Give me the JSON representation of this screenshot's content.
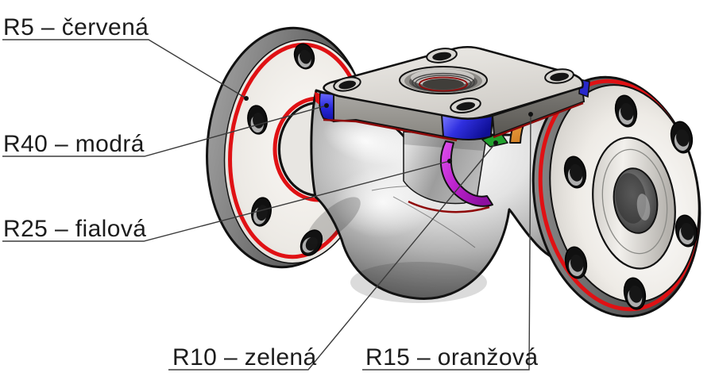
{
  "figure": {
    "kind": "cad-fillet-annotation",
    "background": "#ffffff"
  },
  "annotations": [
    {
      "id": "r5",
      "label": "R5 – červená",
      "radius": "R5",
      "color_name": "červená",
      "hex": "#e01114"
    },
    {
      "id": "r40",
      "label": "R40 – modrá",
      "radius": "R40",
      "color_name": "modrá",
      "hex": "#2a2ad4"
    },
    {
      "id": "r25",
      "label": "R25 – fialová",
      "radius": "R25",
      "color_name": "fialová",
      "hex": "#bb22cc"
    },
    {
      "id": "r10",
      "label": "R10 – zelená",
      "radius": "R10",
      "color_name": "zelená",
      "hex": "#21a12e"
    },
    {
      "id": "r15",
      "label": "R15 – oranžová",
      "radius": "R15",
      "color_name": "oranžová",
      "hex": "#ef9f3e"
    }
  ],
  "colors": {
    "red": "#e01114",
    "dark_red": "#8f0a0a",
    "blue": "#2a2ad4",
    "purple": "#bb22cc",
    "green": "#21a12e",
    "orange": "#ef9f3e",
    "outline": "#111111",
    "leader": "#3c3c3c",
    "metal_light": "#f5f4f2",
    "metal_dark": "#555555"
  }
}
